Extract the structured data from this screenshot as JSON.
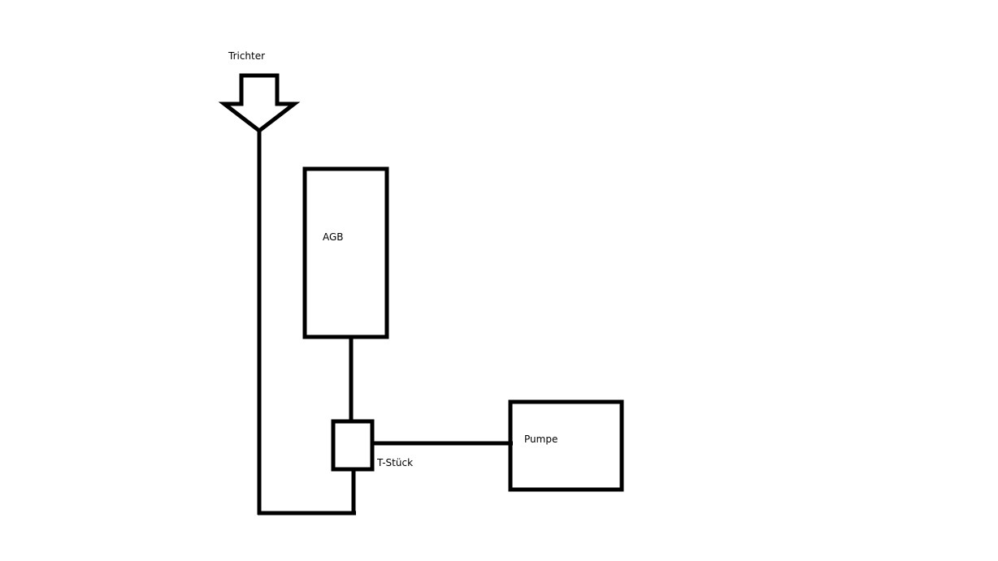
{
  "diagram": {
    "labels": {
      "funnel": "Trichter",
      "reservoir": "AGB",
      "tee": "T-Stück",
      "pump": "Pumpe"
    },
    "stroke_color": "#000000",
    "background_color": "#ffffff"
  }
}
